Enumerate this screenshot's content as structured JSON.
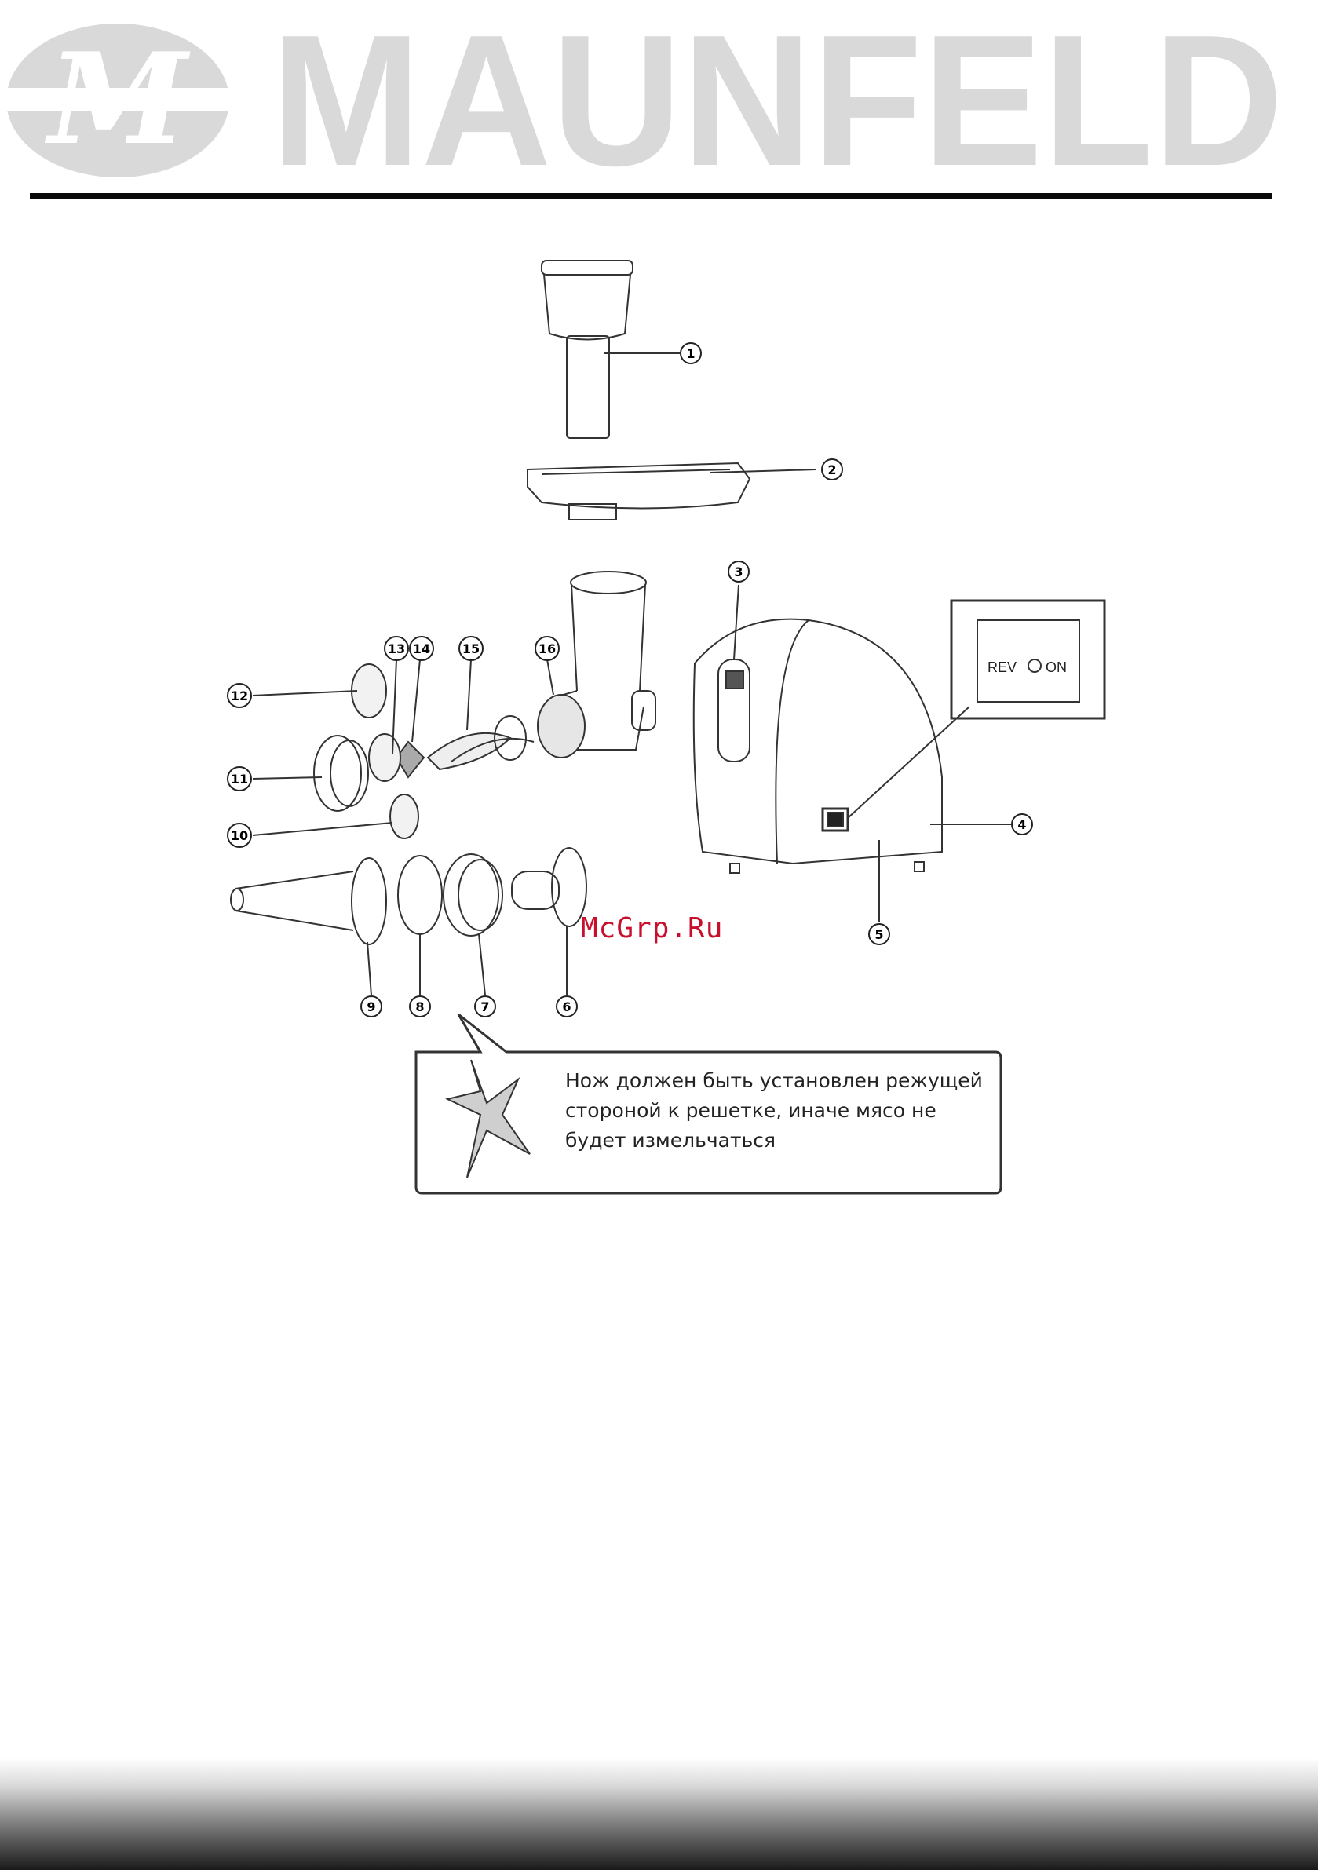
{
  "brand": {
    "name": "MAUNFELD",
    "logo_mark": "M"
  },
  "switch": {
    "rev_label": "REV",
    "on_label": "ON"
  },
  "part_labels": [
    "1",
    "2",
    "3",
    "4",
    "5",
    "6",
    "7",
    "8",
    "9",
    "10",
    "11",
    "12",
    "13",
    "14",
    "15",
    "16"
  ],
  "watermark": "McGrp.Ru",
  "note": {
    "line1": "Нож должен быть установлен режущей",
    "line2": "стороной к решетке, иначе мясо не",
    "line3": "будет измельчаться"
  },
  "icons": {
    "blade": "cross-blade-icon"
  },
  "colors": {
    "logo_gray": "#d9d9d9",
    "rule": "#0a0a0a",
    "watermark": "#c8102e"
  }
}
